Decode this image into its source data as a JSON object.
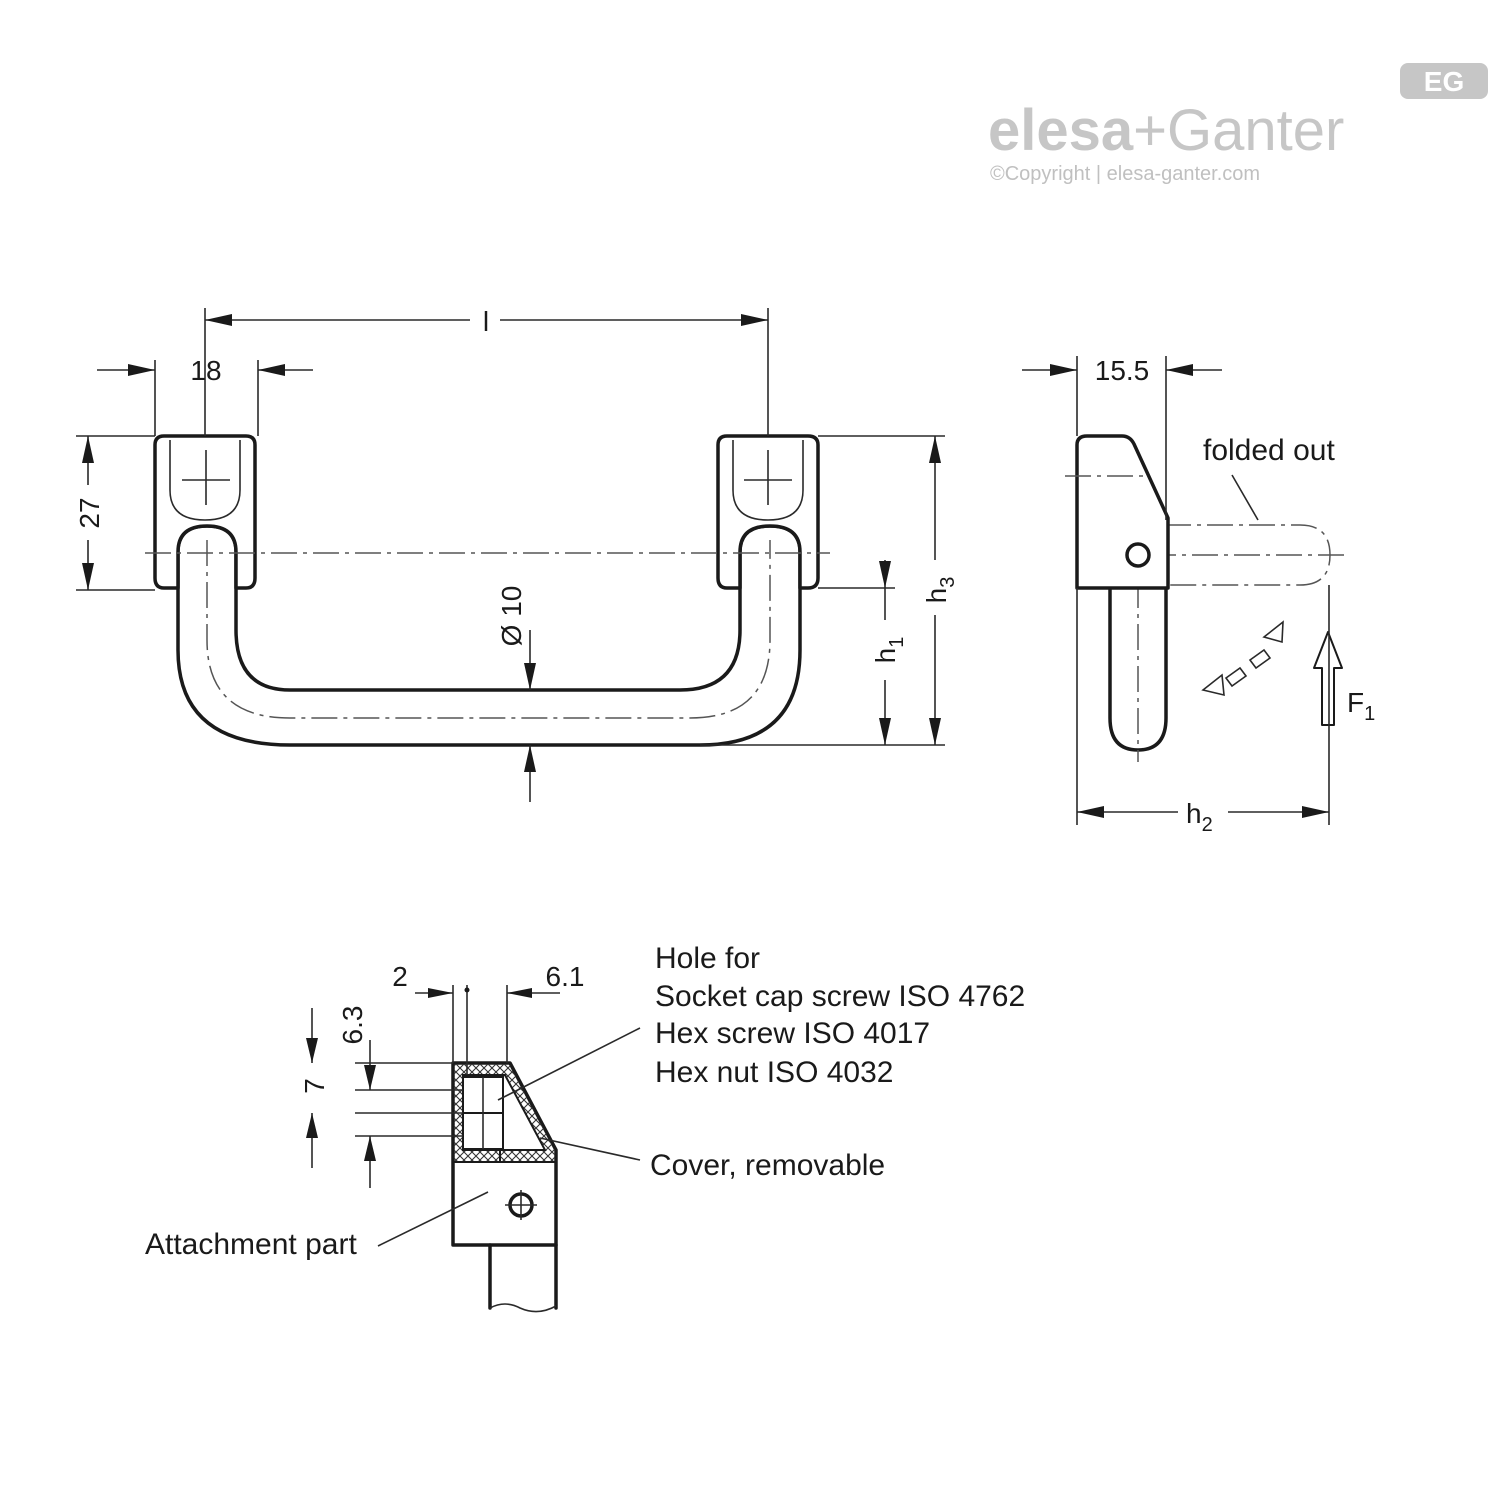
{
  "logo": {
    "brand_left": "elesa",
    "brand_plus": "+",
    "brand_right": "Ganter",
    "badge": "EG",
    "copyright": "©Copyright | elesa-ganter.com",
    "color": "#c6c6c6"
  },
  "front_view": {
    "dim_l": "l",
    "dim_18": "18",
    "dim_27": "27",
    "dim_d10": "Ø 10",
    "dim_h1": "h",
    "dim_h1_sub": "1",
    "dim_h3": "h",
    "dim_h3_sub": "3"
  },
  "side_view": {
    "dim_15_5": "15.5",
    "folded_out": "folded out",
    "force": "F",
    "force_sub": "1",
    "dim_h2": "h",
    "dim_h2_sub": "2"
  },
  "detail": {
    "dim_2": "2",
    "dim_6_1": "6.1",
    "dim_6_3": "6.3",
    "dim_7": "7",
    "hole_lines": [
      "Hole for",
      "Socket cap screw ISO 4762",
      "Hex screw ISO 4017",
      "Hex nut ISO 4032"
    ],
    "cover": "Cover, removable",
    "attachment": "Attachment part"
  }
}
